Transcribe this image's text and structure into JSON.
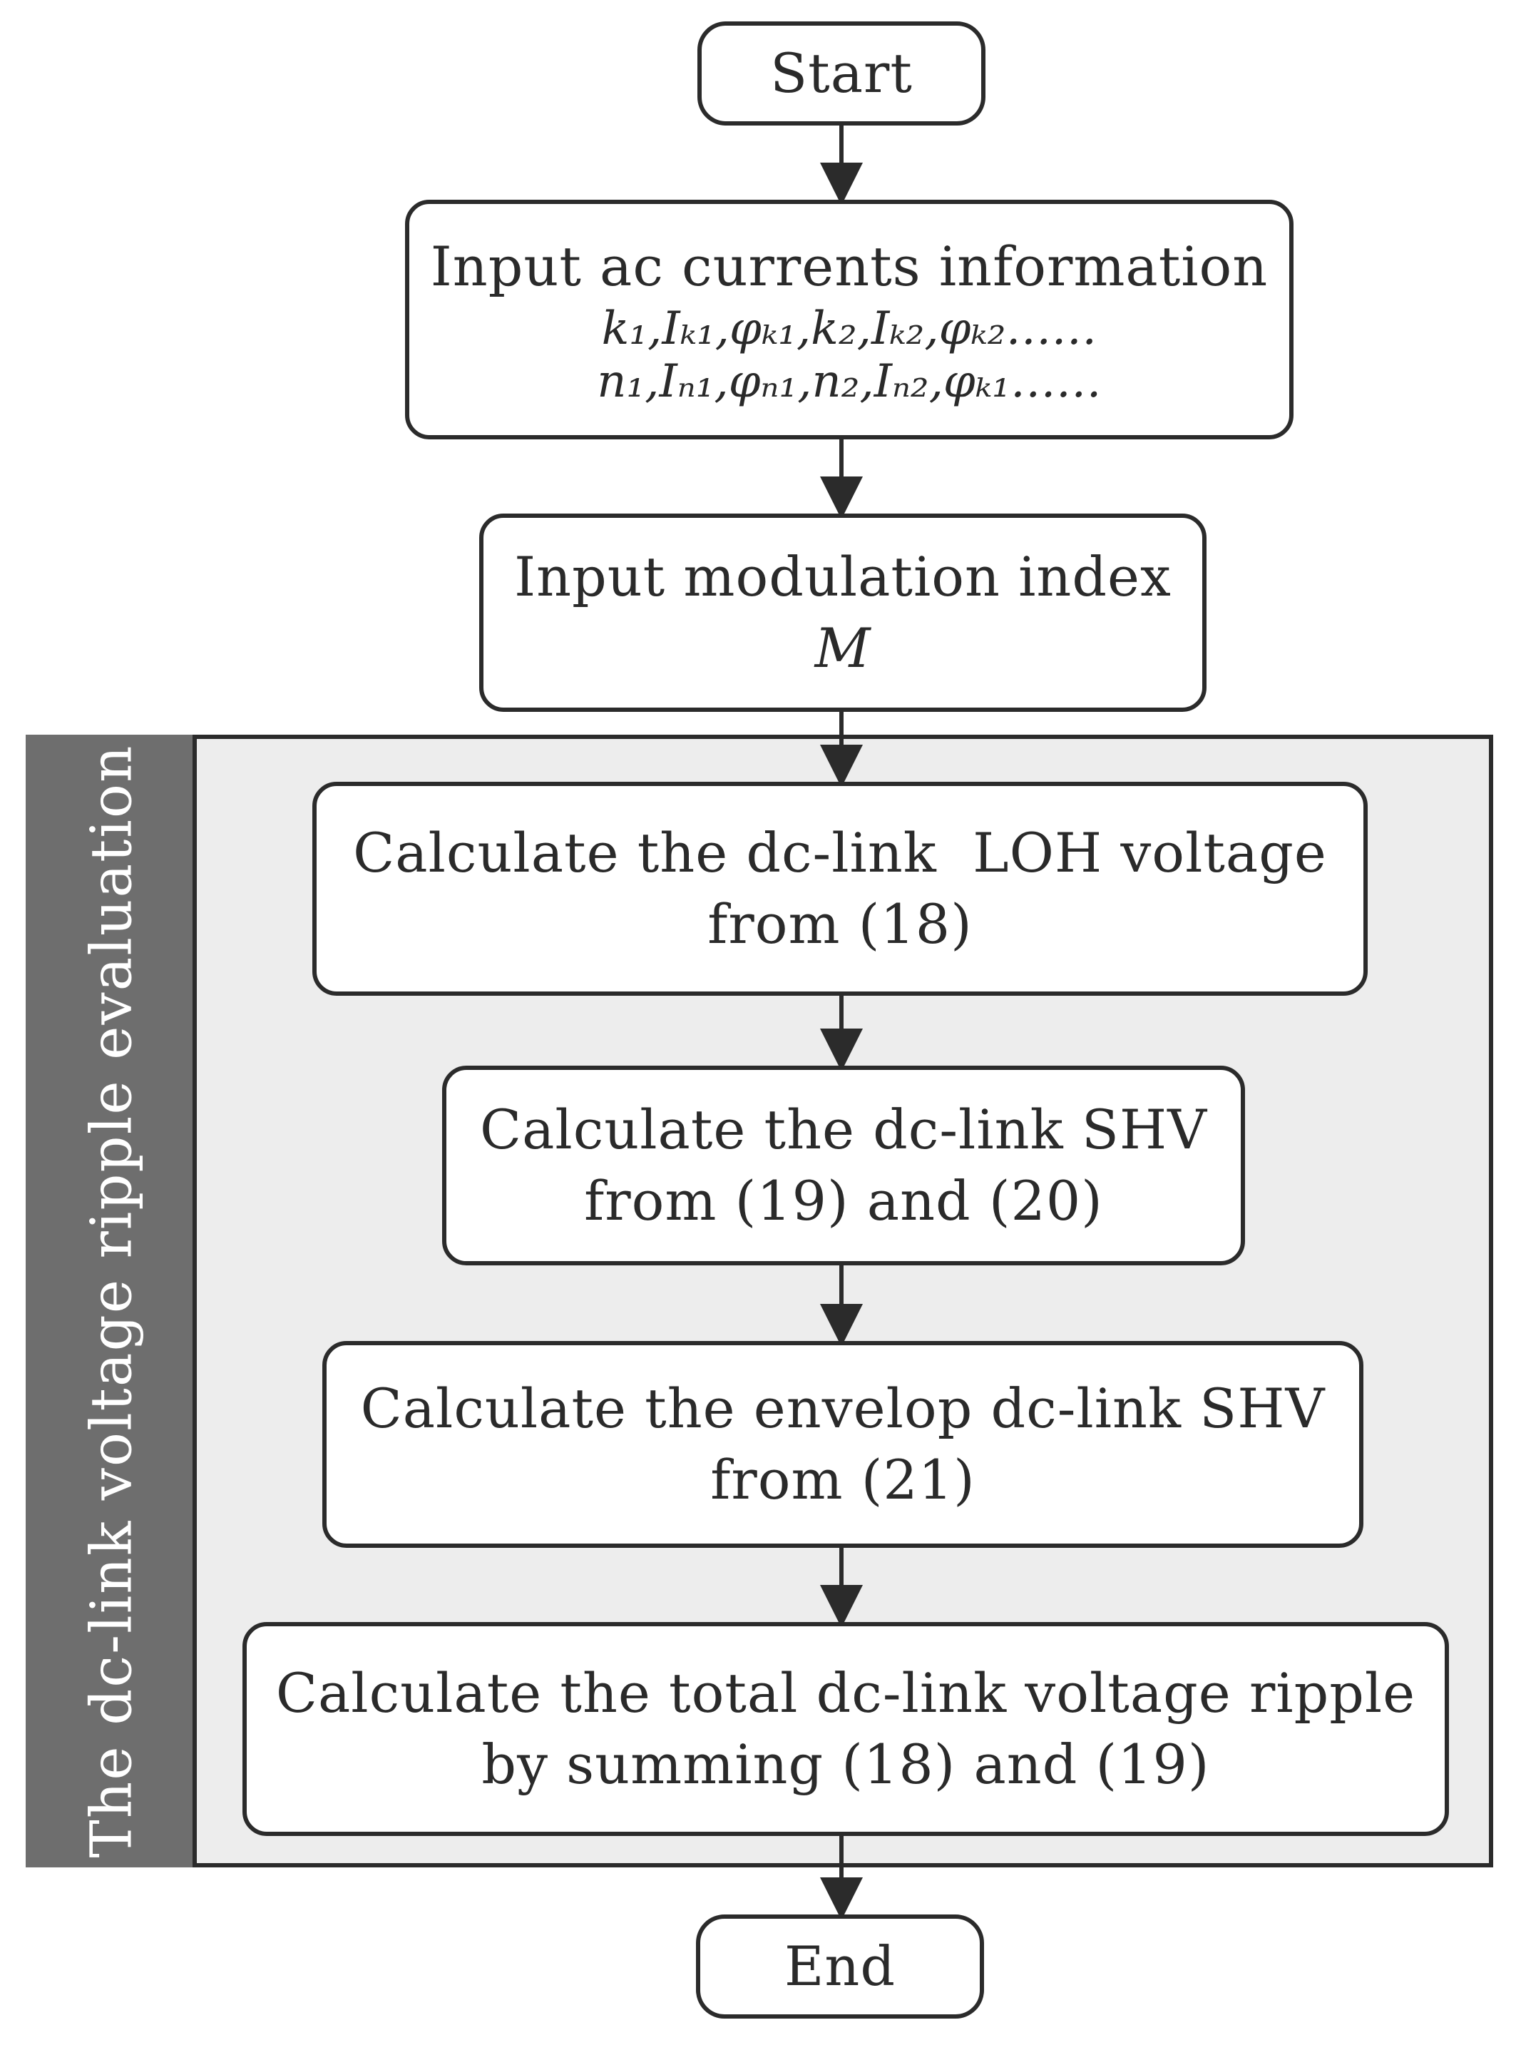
{
  "diagram": {
    "group": {
      "label": "The dc-link voltage ripple evaluation"
    },
    "nodes": {
      "start": {
        "label": "Start"
      },
      "input_ac": {
        "title": "Input ac currents information",
        "line1": "k₁,Iₖ₁,φₖ₁,k₂,Iₖ₂,φₖ₂……",
        "line2": "n₁,Iₙ₁,φₙ₁,n₂,Iₙ₂,φₖ₁……"
      },
      "input_mod": {
        "title": "Input modulation index",
        "symbol": "M"
      },
      "calc_loh": {
        "line1": "Calculate the dc-link  LOH voltage",
        "line2": "from (18)"
      },
      "calc_shv": {
        "line1": "Calculate the dc-link SHV",
        "line2": "from (19) and (20)"
      },
      "calc_env": {
        "line1": "Calculate the envelop dc-link SHV",
        "line2": "from (21)"
      },
      "calc_total": {
        "line1": "Calculate the total dc-link voltage ripple",
        "line2": "by summing (18) and (19)"
      },
      "end": {
        "label": "End"
      }
    },
    "edges": [
      {
        "from": "start",
        "to": "input_ac"
      },
      {
        "from": "input_ac",
        "to": "input_mod"
      },
      {
        "from": "input_mod",
        "to": "calc_loh"
      },
      {
        "from": "calc_loh",
        "to": "calc_shv"
      },
      {
        "from": "calc_shv",
        "to": "calc_env"
      },
      {
        "from": "calc_env",
        "to": "calc_total"
      },
      {
        "from": "calc_total",
        "to": "end"
      }
    ]
  }
}
